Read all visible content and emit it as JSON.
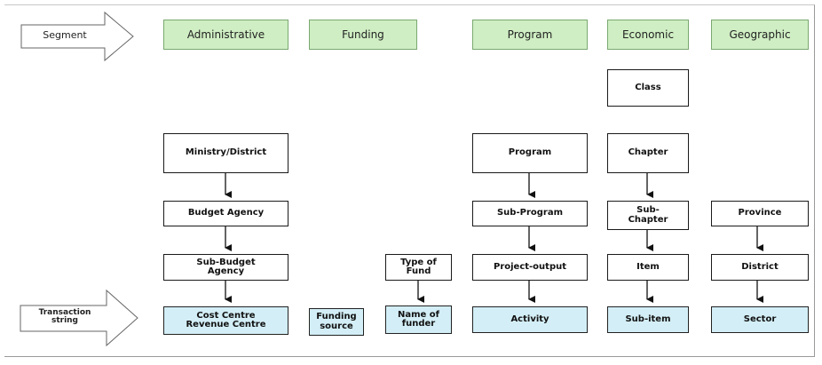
{
  "arrows": {
    "segment": "Segment",
    "transaction": "Transaction\nstring"
  },
  "segments": {
    "administrative": "Administrative",
    "funding": "Funding",
    "program": "Program",
    "economic": "Economic",
    "geographic": "Geographic"
  },
  "administrative": {
    "ministry": "Ministry/District",
    "budget_agency": "Budget Agency",
    "sub_budget_agency": "Sub-Budget\nAgency",
    "cost_centre": "Cost Centre\nRevenue Centre"
  },
  "funding": {
    "funding_source": "Funding\nsource",
    "type_of_fund": "Type of\nFund",
    "name_of_funder": "Name of\nfunder"
  },
  "program": {
    "program": "Program",
    "sub_program": "Sub-Program",
    "project_output": "Project-output",
    "activity": "Activity"
  },
  "economic": {
    "class": "Class",
    "chapter": "Chapter",
    "sub_chapter": "Sub-\nChapter",
    "item": "Item",
    "sub_item": "Sub-item"
  },
  "geographic": {
    "province": "Province",
    "district": "District",
    "sector": "Sector"
  }
}
